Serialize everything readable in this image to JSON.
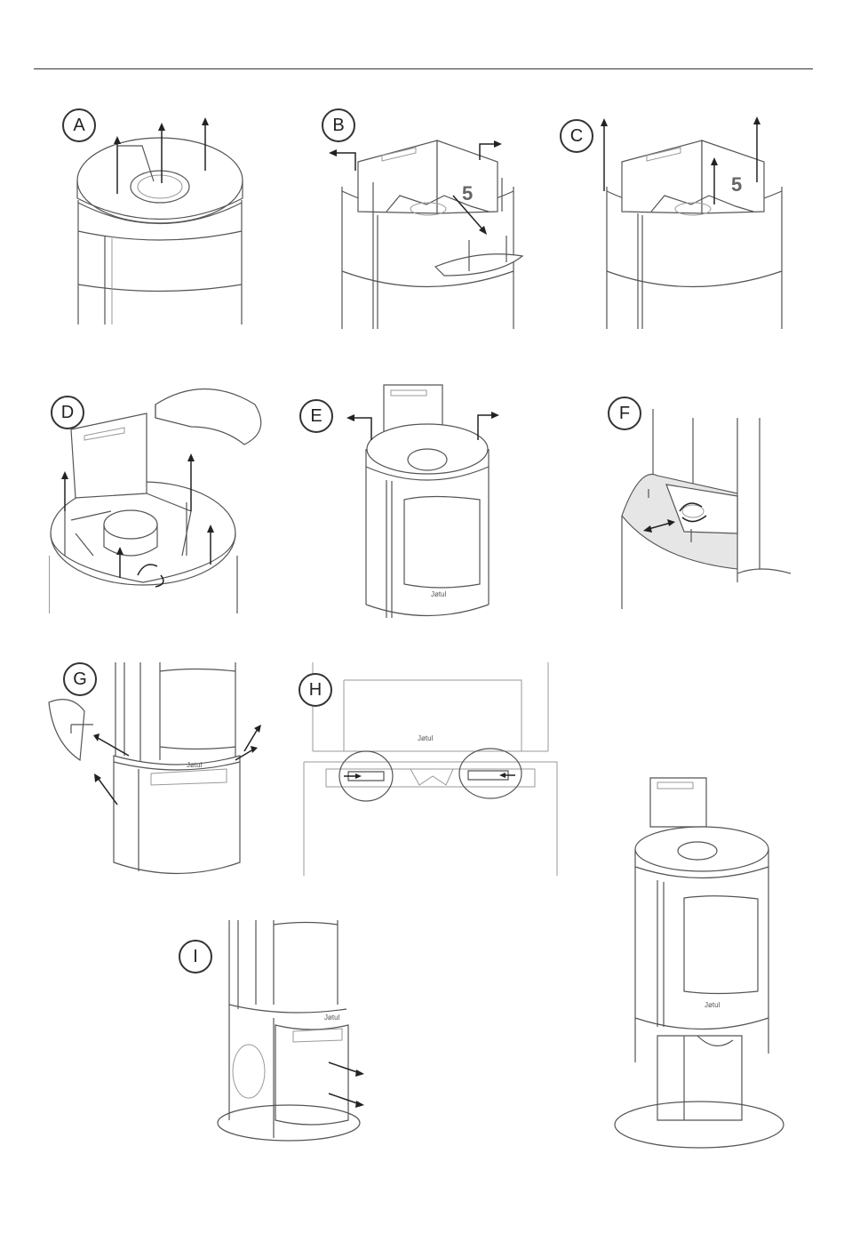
{
  "document": {
    "figures": [
      {
        "label": "A"
      },
      {
        "label": "B"
      },
      {
        "label": "C"
      },
      {
        "label": "D"
      },
      {
        "label": "E"
      },
      {
        "label": "F"
      },
      {
        "label": "G"
      },
      {
        "label": "H"
      },
      {
        "label": "I"
      }
    ],
    "stamped_number": "5",
    "brand_mark": "Jøtul"
  }
}
